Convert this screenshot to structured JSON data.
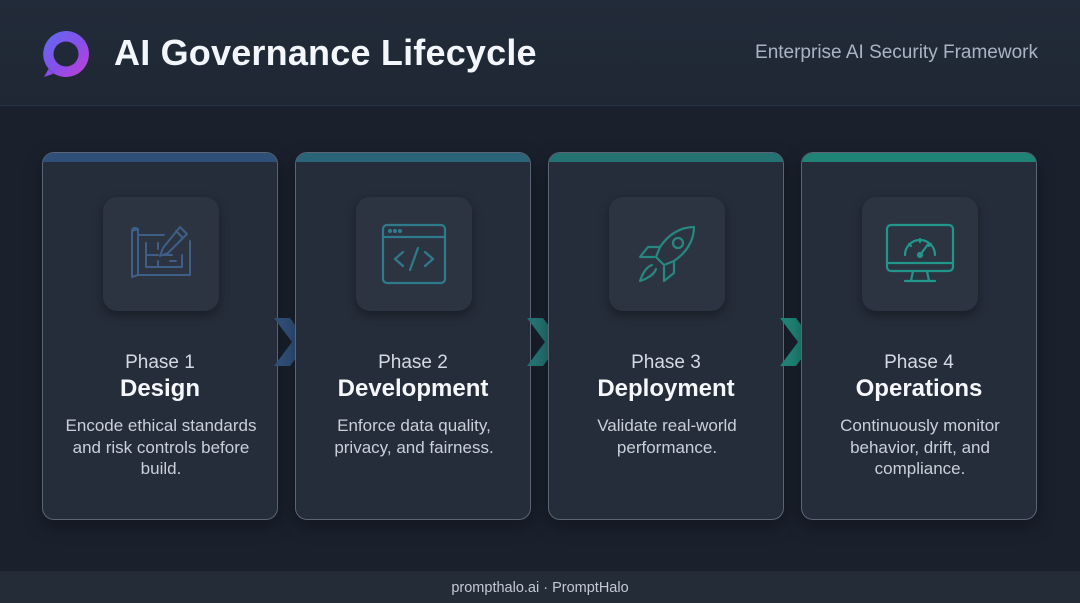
{
  "header": {
    "title": "AI Governance Lifecycle",
    "subtitle": "Enterprise AI Security Framework"
  },
  "phases": [
    {
      "label": "Phase 1",
      "name": "Design",
      "description": "Encode ethical standards and risk controls before build.",
      "icon": "blueprint-pencil-icon",
      "accent": "#2f4f78"
    },
    {
      "label": "Phase 2",
      "name": "Development",
      "description": "Enforce data quality, privacy, and fairness.",
      "icon": "code-window-icon",
      "accent": "#2a6478"
    },
    {
      "label": "Phase 3",
      "name": "Deployment",
      "description": "Validate real-world performance.",
      "icon": "rocket-icon",
      "accent": "#247372"
    },
    {
      "label": "Phase 4",
      "name": "Operations",
      "description": "Continuously monitor behavior, drift, and compliance.",
      "icon": "monitor-gauge-icon",
      "accent": "#1f8476"
    }
  ],
  "footer": {
    "text": "prompthalo.ai · PromptHalo"
  }
}
